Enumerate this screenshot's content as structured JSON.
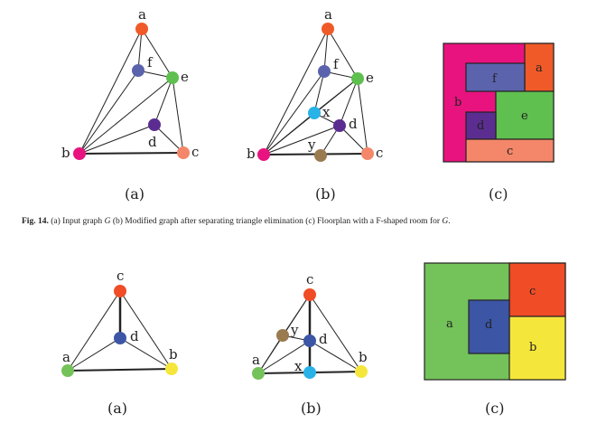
{
  "caption": {
    "prefix": "Fig. 14.",
    "part1": "(a) Input graph ",
    "g1": "G",
    "part2": " (b) Modified graph after separating triangle elimination (c) Floorplan with a F-shaped room for ",
    "g2": "G",
    "part3": "."
  },
  "subcaptions": {
    "top_a": "(a)",
    "top_b": "(b)",
    "top_c": "(c)",
    "bot_a": "(a)",
    "bot_b": "(b)",
    "bot_c": "(c)"
  },
  "top": {
    "graph_a": {
      "nodes": {
        "a": "a",
        "f": "f",
        "e": "e",
        "d": "d",
        "b": "b",
        "c": "c"
      }
    },
    "graph_b": {
      "nodes": {
        "a": "a",
        "f": "f",
        "e": "e",
        "x": "x",
        "d": "d",
        "y": "y",
        "b": "b",
        "c": "c"
      }
    },
    "floorplan": {
      "rooms": {
        "a": "a",
        "b": "b",
        "f": "f",
        "d": "d",
        "e": "e",
        "c": "c"
      }
    }
  },
  "bottom": {
    "graph_a": {
      "nodes": {
        "c": "c",
        "d": "d",
        "a": "a",
        "b": "b"
      }
    },
    "graph_b": {
      "nodes": {
        "c": "c",
        "y": "y",
        "d": "d",
        "a": "a",
        "x": "x",
        "b": "b"
      }
    },
    "floorplan": {
      "rooms": {
        "a": "a",
        "c": "c",
        "d": "d",
        "b": "b"
      }
    }
  },
  "colors": {
    "a_top": "#f05a28",
    "b_top": "#e8137f",
    "c_top": "#f4876a",
    "d_top": "#5c2d91",
    "e_top": "#5fbf4f",
    "f_top": "#5b63ad",
    "x_top": "#28b2e8",
    "y_top": "#9a7b4f",
    "a_bot": "#74c25a",
    "b_bot": "#f5e63b",
    "c_bot": "#f04c26",
    "d_bot": "#3c55a5",
    "x_bot": "#28b2e8",
    "y_bot": "#9a7b4f"
  }
}
